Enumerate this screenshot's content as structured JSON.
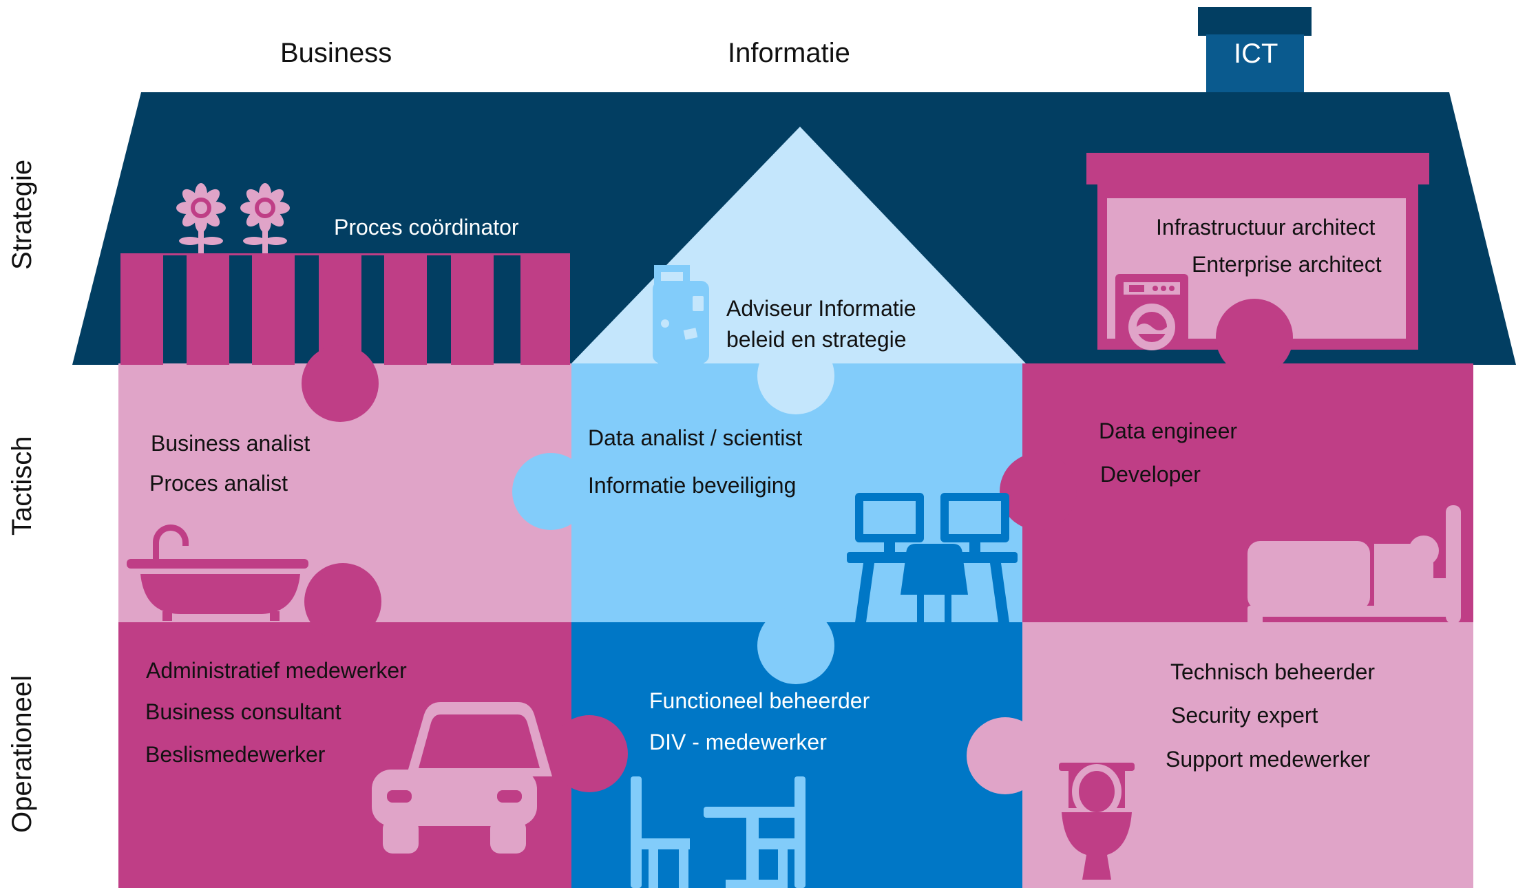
{
  "columns": {
    "business": "Business",
    "informatie": "Informatie",
    "ict": "ICT"
  },
  "rows": {
    "strategie": "Strategie",
    "tactisch": "Tactisch",
    "operationeel": "Operationeel"
  },
  "cells": {
    "business_strategie": [
      "Proces coördinator"
    ],
    "informatie_strategie": [
      "Adviseur Informatie",
      "beleid en strategie"
    ],
    "ict_strategie": [
      "Infrastructuur architect",
      "Enterprise architect"
    ],
    "business_tactisch": [
      "Business analist",
      "Proces analist"
    ],
    "informatie_tactisch": [
      "Data analist / scientist",
      "Informatie beveiliging"
    ],
    "ict_tactisch": [
      "Data engineer",
      "Developer"
    ],
    "business_operationeel": [
      "Administratief medewerker",
      "Business consultant",
      "Beslismedewerker"
    ],
    "informatie_operationeel": [
      "Functioneel beheerder",
      "DIV - medewerker"
    ],
    "ict_operationeel": [
      "Technisch beheerder",
      "Security expert",
      "Support medewerker"
    ]
  },
  "icons": [
    "flower-icon",
    "suitcase-icon",
    "washing-machine-icon",
    "bathtub-icon",
    "computer-desk-icon",
    "bed-icon",
    "car-icon",
    "dining-table-icon",
    "toilet-icon"
  ],
  "colors": {
    "roof": "#023e62",
    "chimney": "#0a5a8e",
    "magenta": "#bf3e86",
    "pink": "#e0a4c8",
    "light_blue": "#82ccfa",
    "pale_blue": "#c4e6fc",
    "blue": "#0077c6"
  }
}
